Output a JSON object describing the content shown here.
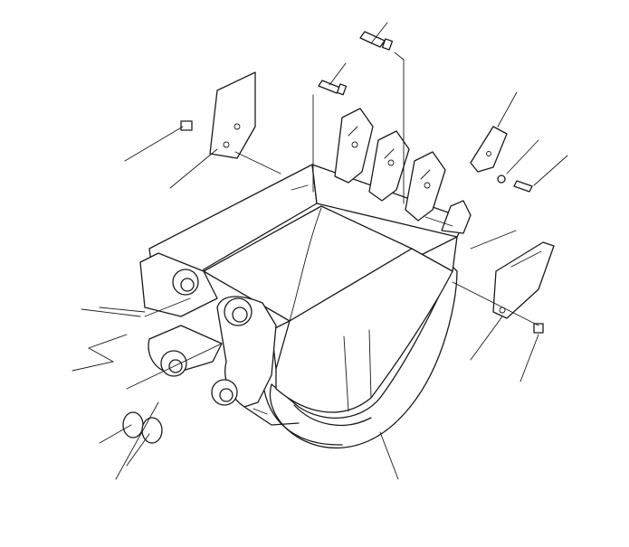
{
  "diagram": {
    "background": "#ffffff",
    "line_color": "#1a1a1a",
    "parts": [
      {
        "id": "bucket-body",
        "kind": "bucket shell"
      },
      {
        "id": "teeth",
        "kind": "bucket teeth",
        "count": 3
      },
      {
        "id": "side-cutter-left",
        "kind": "side cutter"
      },
      {
        "id": "side-cutter-right",
        "kind": "side cutter"
      },
      {
        "id": "tooth-pin-bolt",
        "kind": "bolt"
      },
      {
        "id": "adapter-bolt",
        "kind": "bolt"
      },
      {
        "id": "cutter-bolt-left",
        "kind": "bolt"
      },
      {
        "id": "cutter-bolt-right",
        "kind": "bolt"
      },
      {
        "id": "cutter-nut-right",
        "kind": "nut"
      },
      {
        "id": "shims",
        "kind": "washer",
        "count": 2
      },
      {
        "id": "bucket-bosses",
        "kind": "boss",
        "count": 4
      }
    ]
  }
}
